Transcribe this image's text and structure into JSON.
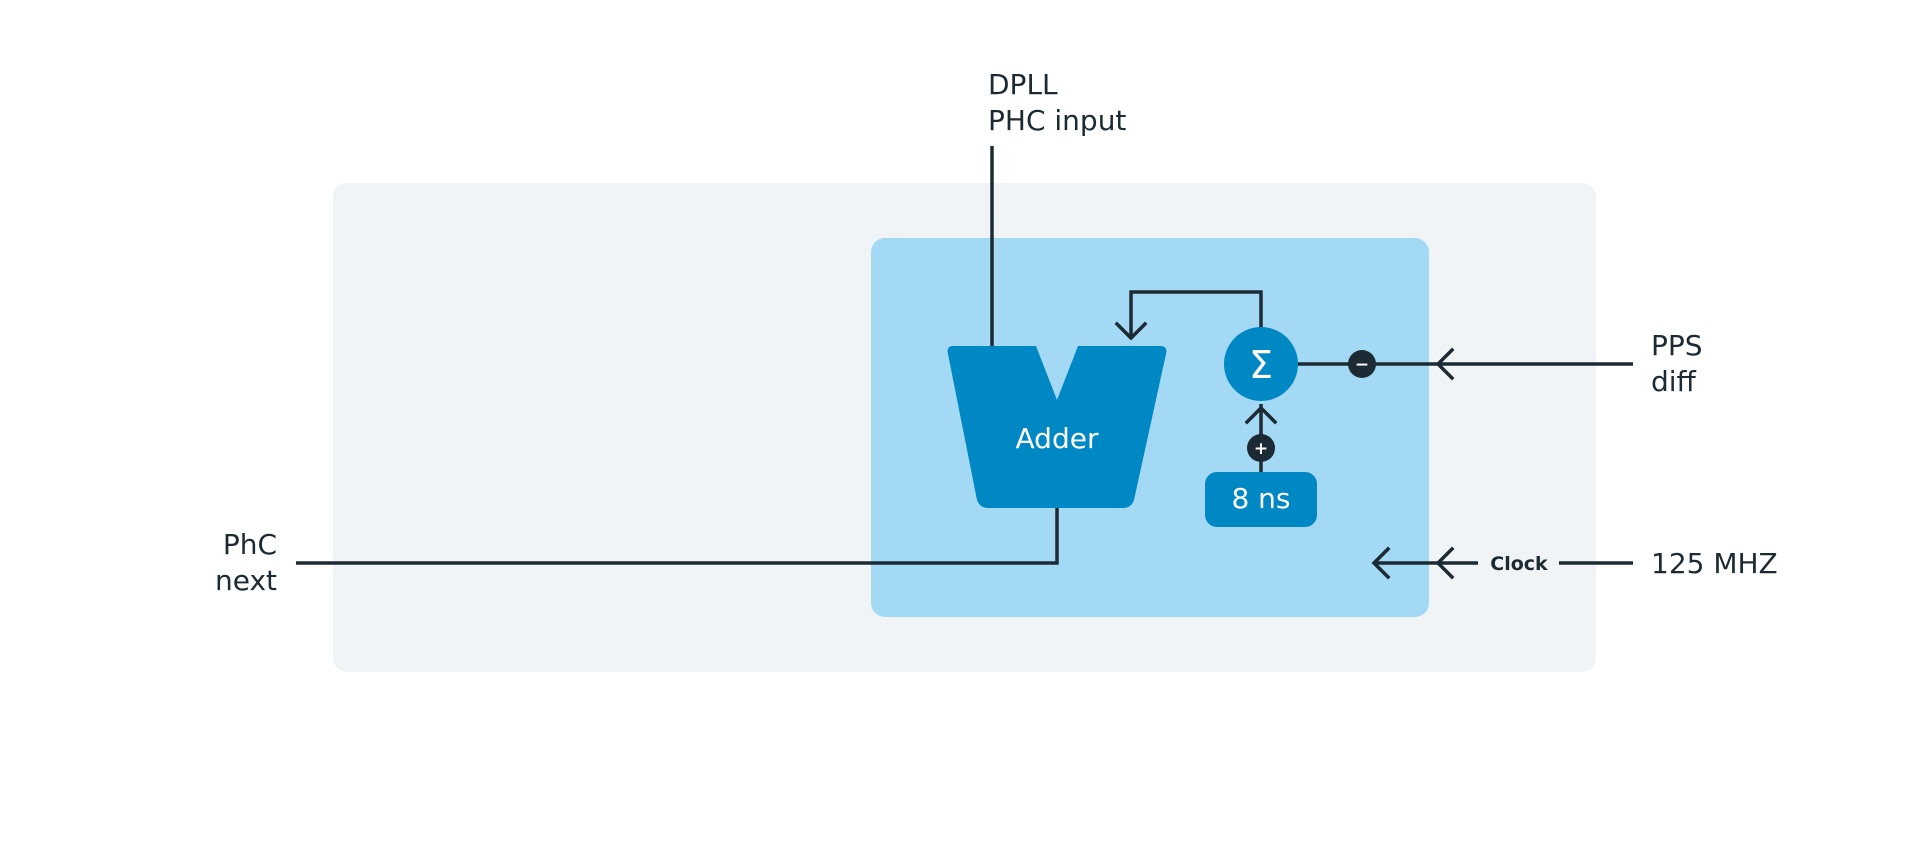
{
  "labels": {
    "top_input_line1": "DPLL",
    "top_input_line2": "PHC input",
    "pps_line1": "PPS",
    "pps_line2": "diff",
    "phc_line1": "PhC",
    "phc_line2": "next",
    "clock_freq": "125 MHZ",
    "clock": "Clock"
  },
  "blocks": {
    "adder": "Adder",
    "summer": "Σ",
    "increment": "8 ns"
  },
  "signs": {
    "minus": "−",
    "plus": "+"
  },
  "colors": {
    "outer_panel": "#f0f4f7",
    "inner_panel": "#a3d9f5",
    "block": "#0088c4",
    "wire": "#1c2b33"
  }
}
